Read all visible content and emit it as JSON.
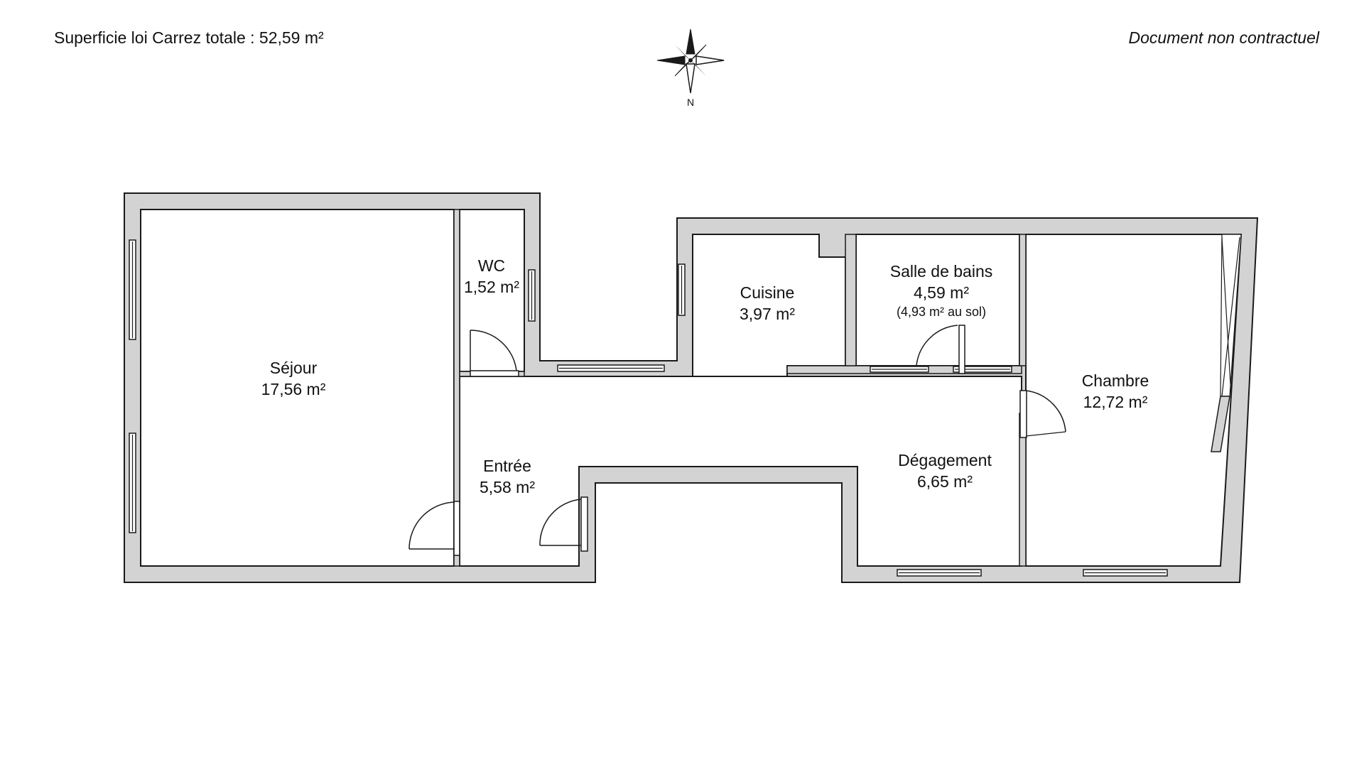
{
  "header": {
    "total_area": "Superficie loi Carrez totale : 52,59 m²",
    "disclaimer": "Document non contractuel"
  },
  "compass": {
    "north_label": "N"
  },
  "rooms": {
    "sejour": {
      "name": "Séjour",
      "area": "17,56 m²"
    },
    "wc": {
      "name": "WC",
      "area": "1,52 m²"
    },
    "cuisine": {
      "name": "Cuisine",
      "area": "3,97 m²"
    },
    "sdb": {
      "name": "Salle de bains",
      "area": "4,59 m²",
      "floor_area": "(4,93 m² au sol)"
    },
    "chambre": {
      "name": "Chambre",
      "area": "12,72 m²"
    },
    "entree": {
      "name": "Entrée",
      "area": "5,58 m²"
    },
    "degagement": {
      "name": "Dégagement",
      "area": "6,65 m²"
    }
  }
}
